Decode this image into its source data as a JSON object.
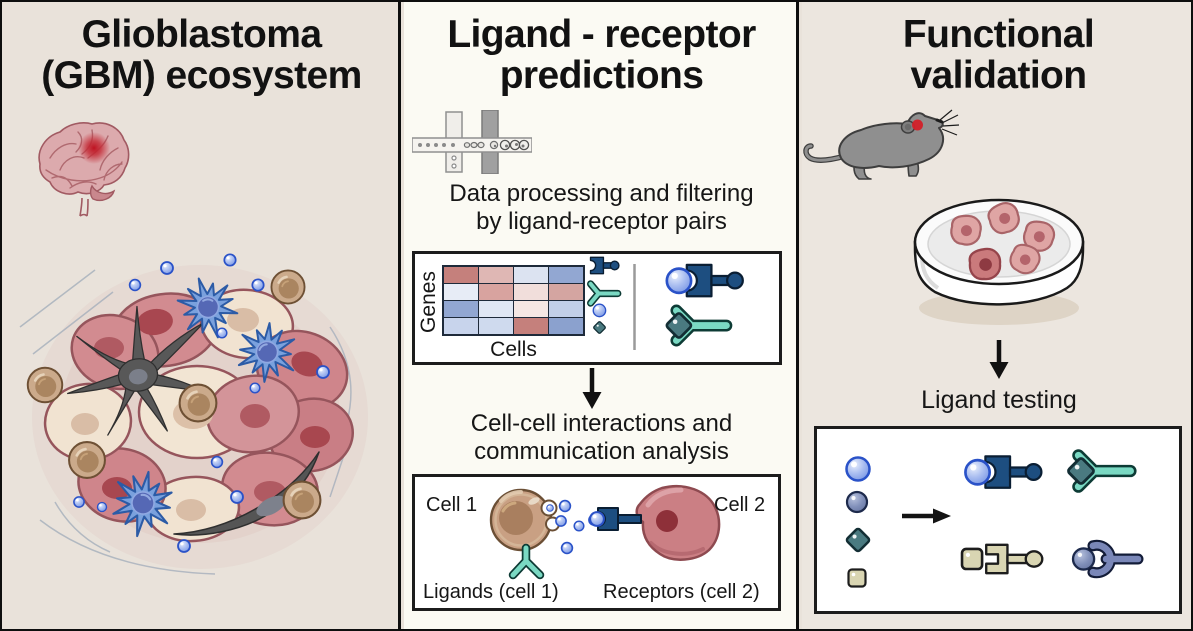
{
  "panels": {
    "left": {
      "title_line1": "Glioblastoma",
      "title_line2": "(GBM) ecosystem"
    },
    "middle": {
      "title_line1": "Ligand - receptor",
      "title_line2": "predictions",
      "step1_caption_line1": "Data processing and filtering",
      "step1_caption_line2": "by ligand-receptor pairs",
      "heatmap": {
        "y_axis_label": "Genes",
        "x_axis_label": "Cells",
        "cell_colors": [
          [
            "#c5807c",
            "#dfb7b4",
            "#dce3f1",
            "#92a7d2"
          ],
          [
            "#e7ecf6",
            "#d8a39f",
            "#f1dedb",
            "#d4a5a1"
          ],
          [
            "#92a7d2",
            "#e0e7f4",
            "#f5e7e4",
            "#c2cfe8"
          ],
          [
            "#c8d4ec",
            "#cfdaee",
            "#c5807c",
            "#8ba1ce"
          ]
        ]
      },
      "step2_caption_line1": "Cell-cell interactions and",
      "step2_caption_line2": "communication analysis",
      "interaction_box": {
        "cell1_label": "Cell 1",
        "cell2_label": "Cell 2",
        "ligands_label": "Ligands (cell 1)",
        "receptors_label": "Receptors (cell 2)"
      }
    },
    "right": {
      "title_line1": "Functional",
      "title_line2": "validation",
      "ligand_testing_label": "Ligand testing"
    }
  },
  "icons": {
    "left_panel": [
      "brain-tumor-icon",
      "gbm-tumor-ecosystem-illustration"
    ],
    "middle_step1": "microfluidic-chip-icon",
    "heatmap_row_icons": [
      "navy-receptor-icon",
      "teal-y-receptor-icon",
      "blue-ligand-sphere-icon",
      "teal-diamond-ligand-icon"
    ],
    "filtered_pair_icons": [
      "sphere-navy-receptor-pair-icon",
      "diamond-teal-y-receptor-pair-icon"
    ],
    "right_panel": [
      "mouse-icon",
      "petri-dish-icon"
    ],
    "ligand_testing_ligand_icons": [
      "blue-sphere-ligand-icon",
      "slate-sphere-ligand-icon",
      "teal-diamond-ligand-icon",
      "khaki-square-ligand-icon"
    ],
    "ligand_testing_pair_icons": [
      "sphere-navy-receptor-pair-icon",
      "diamond-teal-y-receptor-pair-icon",
      "square-khaki-receptor-pair-icon",
      "sphere-slate-receptor-pair-icon"
    ]
  },
  "palette": {
    "panel_bg_left": "#e9e2da",
    "panel_bg_middle": "#fbfaf3",
    "panel_bg_right": "#ece6df",
    "divider_black": "#0e0e0e",
    "title_text": "#121212",
    "ligand_blue": "#8fa9e8",
    "ligand_blue_ring": "#2a52c8",
    "receptor_navy": "#1d4e80",
    "receptor_teal": "#7ad9c3",
    "diamond_teal": "#4a7a80",
    "sphere_slate": "#8190ba",
    "square_khaki": "#d9d5b2",
    "receptor_slate": "#7a87b8",
    "tumor_red": "#c41e2e",
    "tumor_cell_pink": "#d28b90",
    "tumor_cell_cream": "#f1e3d1",
    "immune_tan": "#cbaa8b",
    "microglia_blue": "#7aa1dd",
    "astrocyte_gray": "#5a5a5a",
    "mouse_gray": "#8f8f8f"
  }
}
